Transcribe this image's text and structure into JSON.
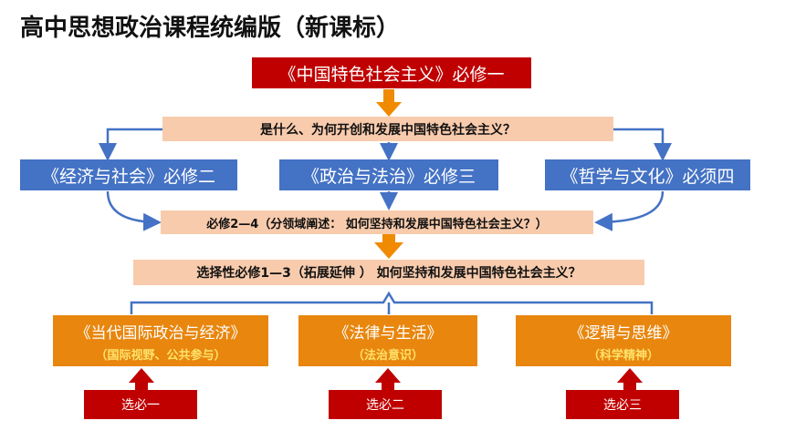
{
  "title": "高中思想政治课程统编版（新课标）",
  "bixiu1": "《中国特色社会主义》必修一",
  "question1": "是什么、为何开创和发展中国特色社会主义？",
  "bixiu2": "《经济与社会》必修二",
  "bixiu3": "《政治与法治》必修三",
  "bixiu4": "《哲学与文化》必须四",
  "question2": "必修2—4（分领域阐述： 如何坚持和发展中国特色社会主义？）",
  "question3": "选择性必修1—3（拓展延伸 ）  如何坚持和发展中国特色社会主义？",
  "elective": [
    {
      "main": "《当代国际政治与经济》",
      "sub": "（国际视野、公共参与）",
      "tag": "选必一"
    },
    {
      "main": "《法律与生活》",
      "sub": "（法治意识）",
      "tag": "选必二"
    },
    {
      "main": "《逻辑与思维》",
      "sub": "（科学精神）",
      "tag": "选必三"
    }
  ],
  "colors": {
    "red": "#c00000",
    "peach": "#f8cbad",
    "blue": "#4472c4",
    "orange": "#e8860e",
    "arrow": "#f08a00",
    "connector": "#4472c4"
  }
}
